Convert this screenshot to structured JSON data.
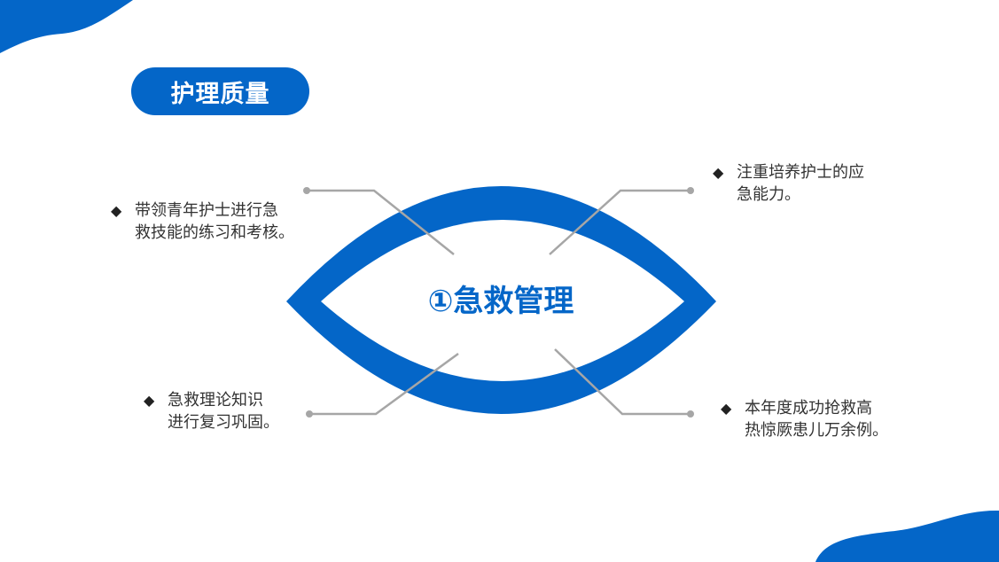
{
  "title": "护理质量",
  "center_label": "①急救管理",
  "colors": {
    "accent": "#0466c8",
    "connector": "#a6a6a6",
    "text": "#333333"
  },
  "bullet_icon": "diamond-icon",
  "notes": [
    {
      "line1": "带领青年护士进行急",
      "line2": "救技能的练习和考核。"
    },
    {
      "line1": "注重培养护士的应",
      "line2": "急能力。"
    },
    {
      "line1": "急救理论知识",
      "line2": "进行复习巩固。"
    },
    {
      "line1": "本年度成功抢救高",
      "line2": "热惊厥患儿万余例。"
    }
  ]
}
